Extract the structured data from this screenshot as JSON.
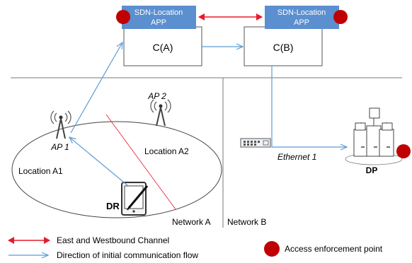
{
  "controllers": {
    "a": {
      "label": "C(A)",
      "app_label": "SDN-Location APP"
    },
    "b": {
      "label": "C(B)",
      "app_label": "SDN-Location APP"
    }
  },
  "network_a": {
    "ap1_label": "AP 1",
    "ap2_label": "AP 2",
    "location_a1": "Location A1",
    "location_a2": "Location A2",
    "dr_label": "DR",
    "name": "Network A"
  },
  "network_b": {
    "ethernet_label": "Ethernet 1",
    "dp_label": "DP",
    "name": "Network B"
  },
  "legend": {
    "east_west": "East and Westbound Channel",
    "initial_flow": "Direction of initial communication flow",
    "enforcement_point": "Access enforcement point"
  },
  "colors": {
    "app_box": "#5b8fd0",
    "flow_line": "#5b9bd5",
    "channel": "#e8192c",
    "enforcement": "#c00000"
  }
}
